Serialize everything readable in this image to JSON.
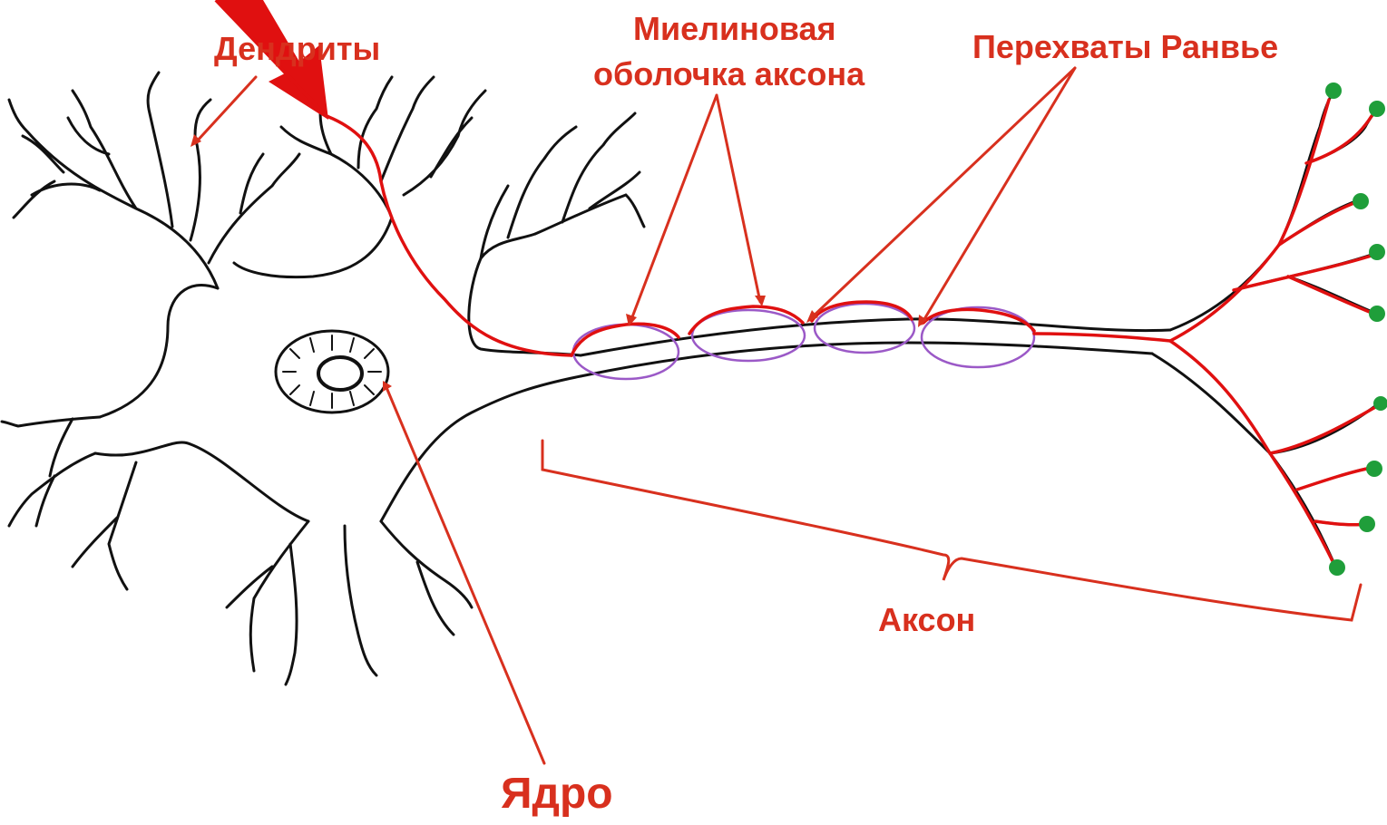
{
  "labels": {
    "dendrites": "Дендриты",
    "myelin_line1": "Миелиновая",
    "myelin_line2": "оболочка аксона",
    "ranvier": "Перехваты Ранвье",
    "axon": "Аксон",
    "nucleus": "Ядро"
  },
  "colors": {
    "label": "#d8301e",
    "outline": "#111111",
    "signal_path": "#e01010",
    "myelin_sheath": "#9b59c7",
    "synaptic_terminal": "#1f9e3a",
    "background": "#ffffff"
  }
}
